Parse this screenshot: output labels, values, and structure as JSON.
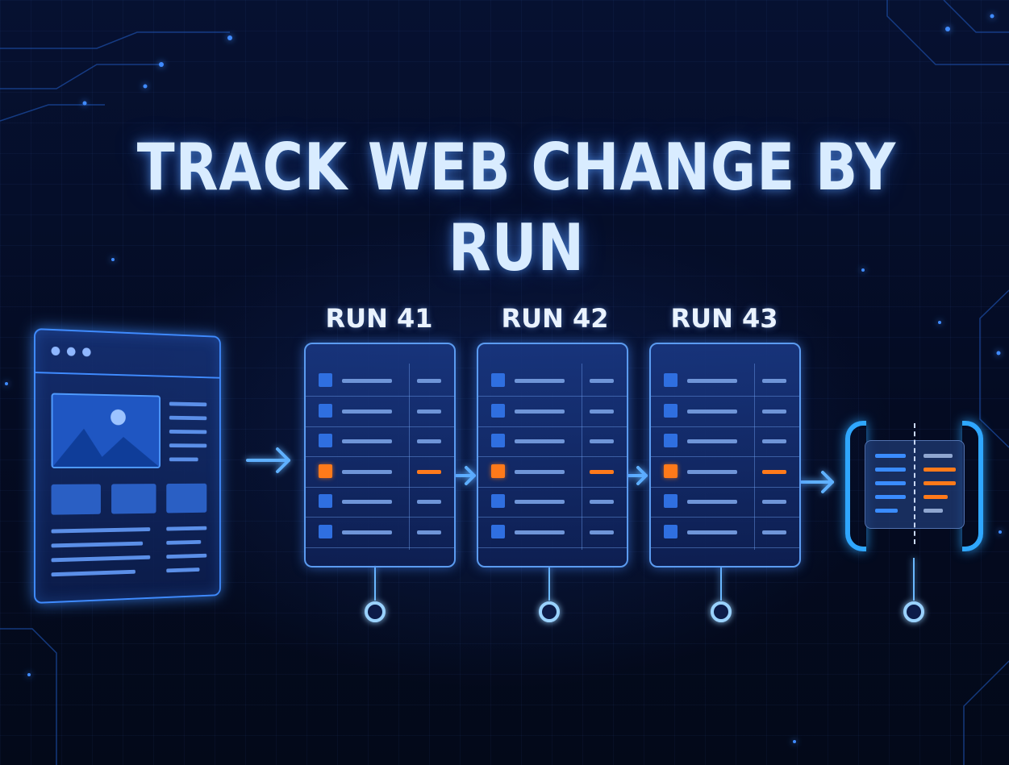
{
  "title": "TRACK WEB CHANGE BY RUN",
  "runs": [
    {
      "label": "RUN 41",
      "changed_row": 3
    },
    {
      "label": "RUN 42",
      "changed_row": 3
    },
    {
      "label": "RUN 43",
      "changed_row": 3
    }
  ],
  "rows_per_table": 6,
  "colors": {
    "accent": "#3f8bff",
    "change": "#ff7a1a",
    "timeline": "#6ab8ff"
  },
  "icons": [
    "webpage-icon",
    "image-placeholder-icon",
    "arrow-right-icon",
    "diff-compare-icon",
    "timeline-node-icon"
  ]
}
